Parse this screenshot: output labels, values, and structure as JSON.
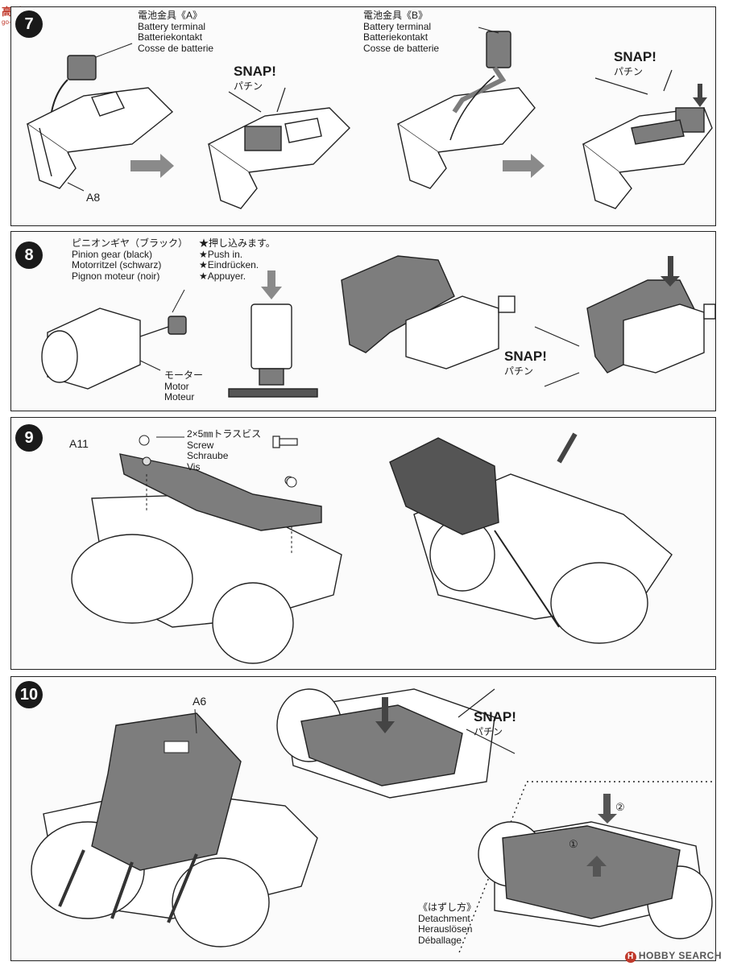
{
  "logo": {
    "mark": "高手网",
    "url_text": "go-hobby.com"
  },
  "step7": {
    "num": "7",
    "terminal_a": {
      "jp": "電池金具《A》",
      "en": "Battery terminal",
      "de": "Batteriekontakt",
      "fr": "Cosse de batterie"
    },
    "terminal_b": {
      "jp": "電池金具《B》",
      "en": "Battery terminal",
      "de": "Batteriekontakt",
      "fr": "Cosse de batterie"
    },
    "snap_1": {
      "en": "SNAP!",
      "jp": "パチン"
    },
    "snap_2": {
      "en": "SNAP!",
      "jp": "パチン"
    },
    "part": "A8"
  },
  "step8": {
    "num": "8",
    "pinion": {
      "jp": "ピニオンギヤ（ブラック）",
      "en": "Pinion gear (black)",
      "de": "Motorritzel (schwarz)",
      "fr": "Pignon moteur (noir)"
    },
    "push": {
      "jp": "★押し込みます。",
      "en": "★Push in.",
      "de": "★Eindrücken.",
      "fr": "★Appuyer."
    },
    "motor": {
      "jp": "モーター",
      "en": "Motor",
      "fr": "Moteur"
    },
    "snap": {
      "en": "SNAP!",
      "jp": "パチン"
    }
  },
  "step9": {
    "num": "9",
    "part": "A11",
    "screw": {
      "jp": "2×5㎜トラスビス",
      "en": "Screw",
      "de": "Schraube",
      "fr": "Vis"
    }
  },
  "step10": {
    "num": "10",
    "part": "A6",
    "snap": {
      "en": "SNAP!",
      "jp": "パチン"
    },
    "detach": {
      "jp": "《はずし方》",
      "en": "Detachment",
      "de": "Herauslösen",
      "fr": "Déballage"
    },
    "marker_1": "①",
    "marker_2": "②"
  },
  "footer": {
    "mark": "H",
    "text": "HOBBY SEARCH"
  },
  "colors": {
    "part_gray": "#7d7d7d",
    "line": "#222222",
    "arrow": "#8a8a8a"
  }
}
